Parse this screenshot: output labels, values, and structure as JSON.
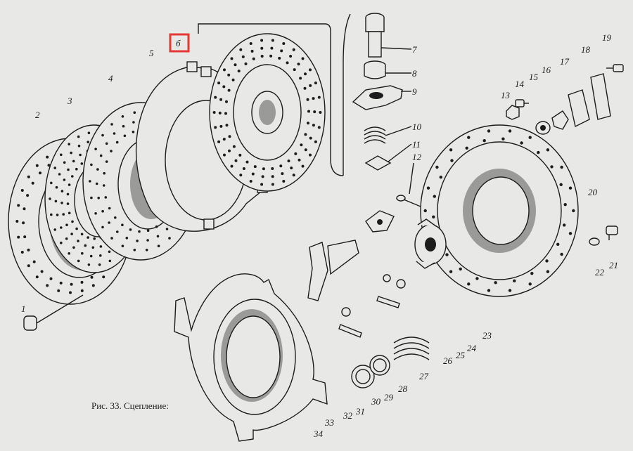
{
  "figure": {
    "caption": "Рис. 33. Сцепление:",
    "highlight_color": "#e53935",
    "marked_label": "б"
  },
  "callouts": [
    {
      "id": "c1",
      "text": "1"
    },
    {
      "id": "c2",
      "text": "2"
    },
    {
      "id": "c3",
      "text": "3"
    },
    {
      "id": "c4",
      "text": "4"
    },
    {
      "id": "c5",
      "text": "5"
    },
    {
      "id": "c6",
      "text": "б"
    },
    {
      "id": "c7",
      "text": "7"
    },
    {
      "id": "c8",
      "text": "8"
    },
    {
      "id": "c9",
      "text": "9"
    },
    {
      "id": "c10",
      "text": "10"
    },
    {
      "id": "c11",
      "text": "11"
    },
    {
      "id": "c12",
      "text": "12"
    },
    {
      "id": "c13",
      "text": "13"
    },
    {
      "id": "c14",
      "text": "14"
    },
    {
      "id": "c15",
      "text": "15"
    },
    {
      "id": "c16",
      "text": "16"
    },
    {
      "id": "c17",
      "text": "17"
    },
    {
      "id": "c18",
      "text": "18"
    },
    {
      "id": "c19",
      "text": "19"
    },
    {
      "id": "c20",
      "text": "20"
    },
    {
      "id": "c21",
      "text": "21"
    },
    {
      "id": "c22",
      "text": "22"
    },
    {
      "id": "c23",
      "text": "23"
    },
    {
      "id": "c24",
      "text": "24"
    },
    {
      "id": "c25",
      "text": "25"
    },
    {
      "id": "c26",
      "text": "26"
    },
    {
      "id": "c27",
      "text": "27"
    },
    {
      "id": "c28",
      "text": "28"
    },
    {
      "id": "c29",
      "text": "29"
    },
    {
      "id": "c30",
      "text": "30"
    },
    {
      "id": "c31",
      "text": "31"
    },
    {
      "id": "c32",
      "text": "32"
    },
    {
      "id": "c33",
      "text": "33"
    },
    {
      "id": "c34",
      "text": "34"
    }
  ]
}
